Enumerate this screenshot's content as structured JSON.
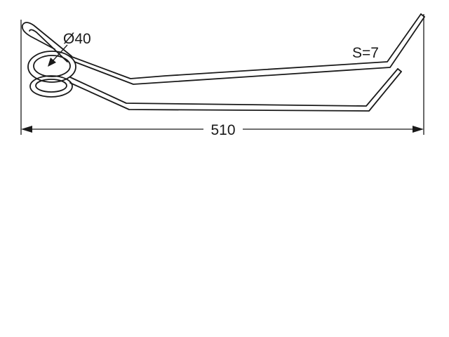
{
  "drawing": {
    "diameter_label": "Ø40",
    "thickness_label": "S=7",
    "length_label": "510"
  },
  "colors": {
    "line": "#1a1a1a",
    "background": "#ffffff"
  }
}
